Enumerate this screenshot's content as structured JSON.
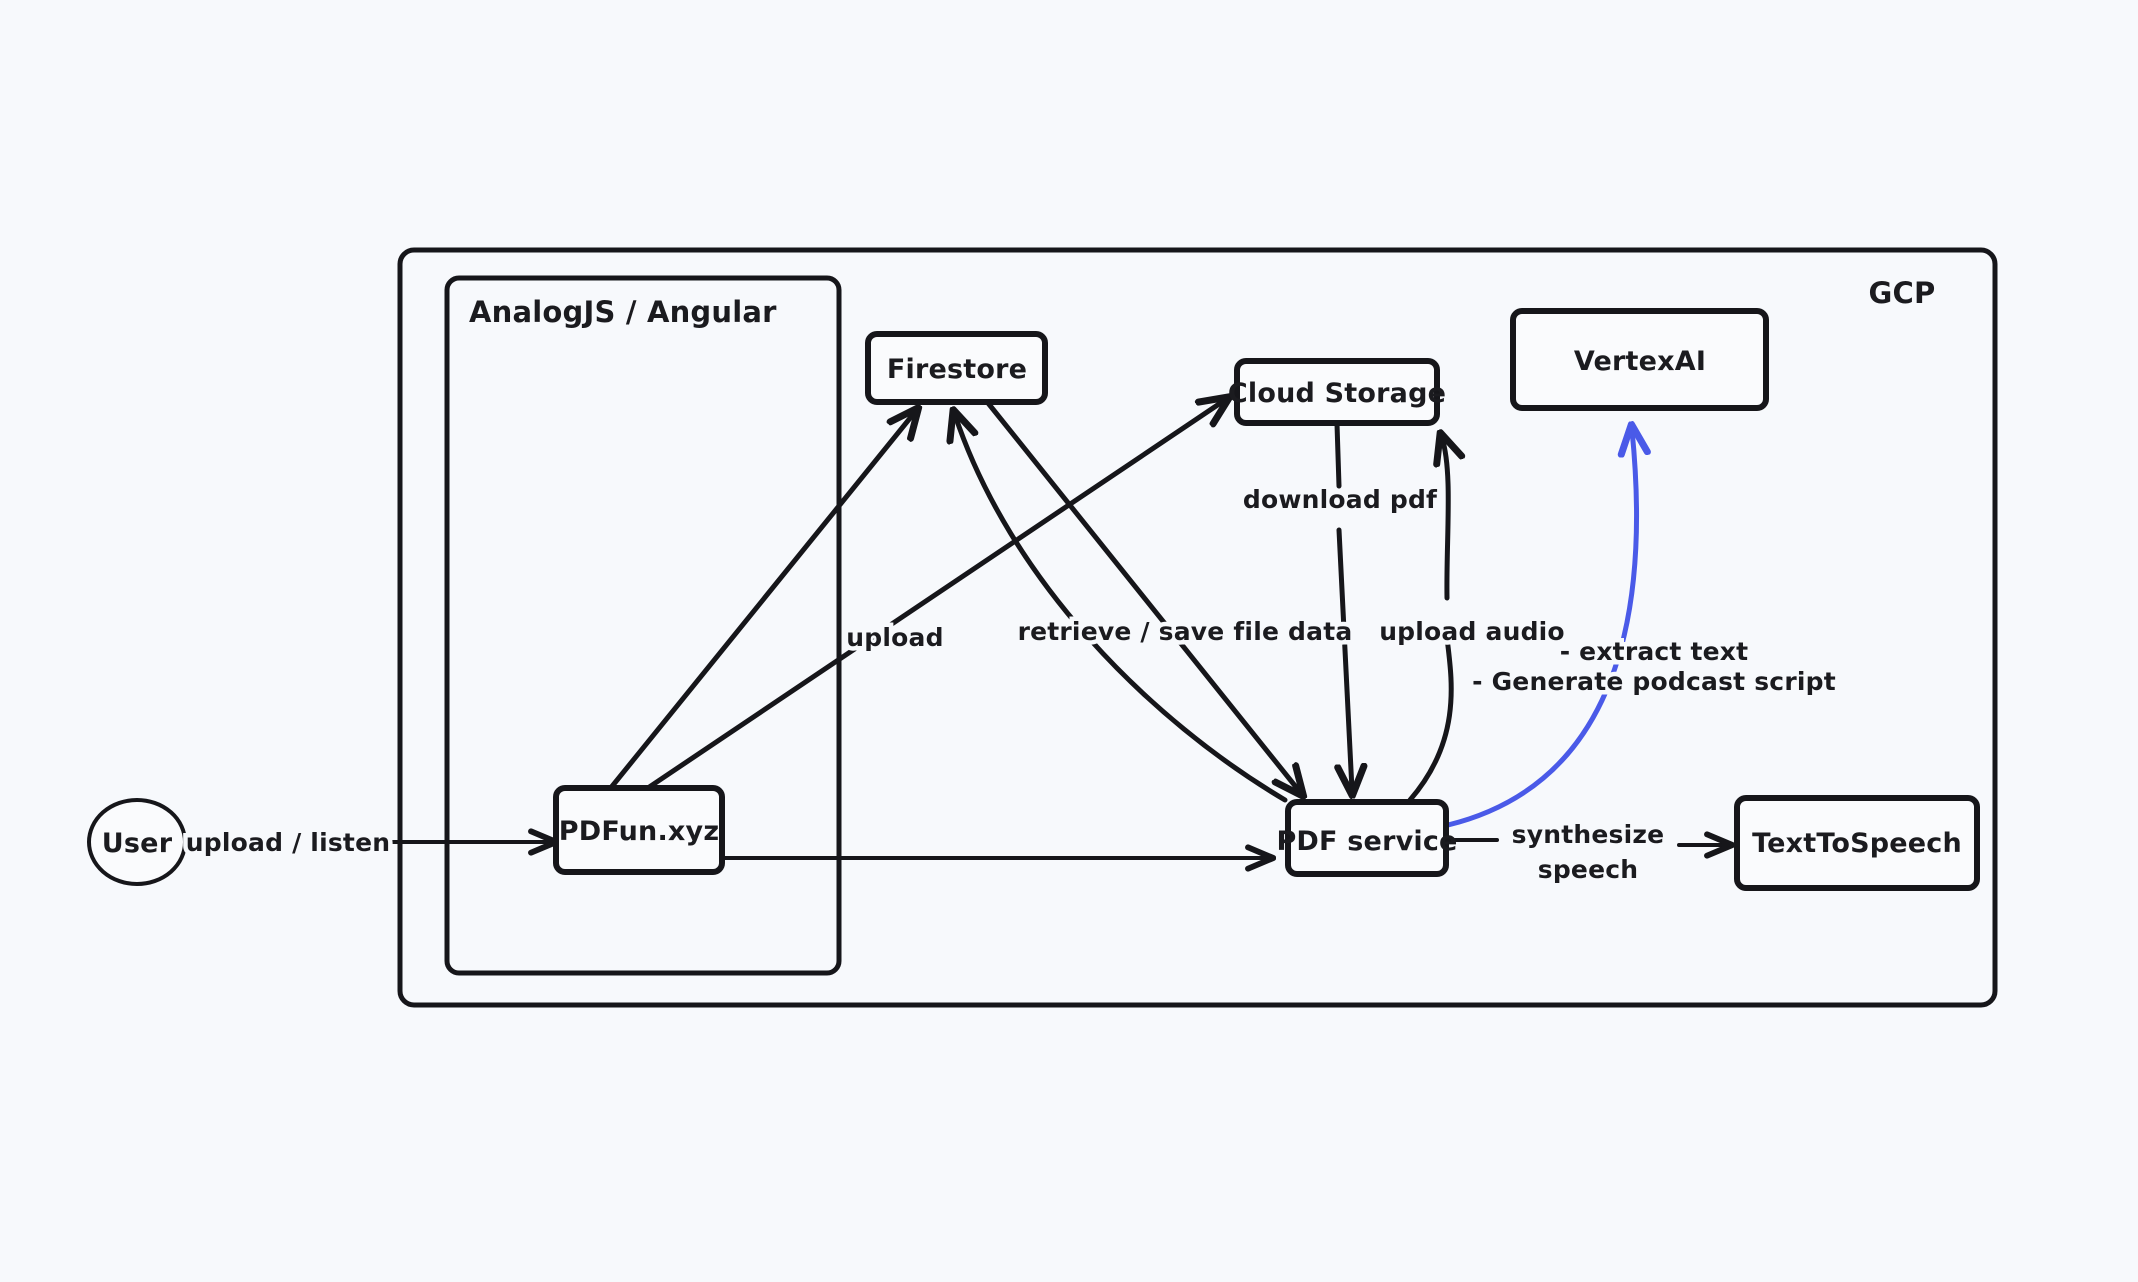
{
  "diagram": {
    "title": "GCP PDF podcast architecture",
    "background_color": "#f7f9fc",
    "stroke_color": "#16161a",
    "accent_color": "#4a5ae8"
  },
  "groups": {
    "gcp": {
      "label": "GCP"
    },
    "analog": {
      "label": "AnalogJS / Angular"
    }
  },
  "nodes": {
    "user": {
      "label": "User"
    },
    "pdfun": {
      "label": "PDFun.xyz"
    },
    "firestore": {
      "label": "Firestore"
    },
    "cloud_storage": {
      "label": "Cloud Storage"
    },
    "vertex_ai": {
      "label": "VertexAI"
    },
    "pdf_service": {
      "label": "PDF service"
    },
    "text_to_speech": {
      "label": "TextToSpeech"
    }
  },
  "edges": {
    "user_to_pdfun": {
      "label": "upload / listen"
    },
    "pdfun_to_firestore": {
      "label": ""
    },
    "pdfun_to_cloud_storage": {
      "label": "upload"
    },
    "firestore_to_pdf_service": {
      "label": "retrieve / save file data"
    },
    "pdf_service_to_firestore": {
      "label": ""
    },
    "cloud_storage_to_pdf_service": {
      "label": "download pdf"
    },
    "pdf_service_to_cloud_storage": {
      "label": "upload audio"
    },
    "pdf_service_to_vertex_ai": {
      "label_line1": "- extract text",
      "label_line2": "- Generate podcast script",
      "color": "#4a5ae8"
    },
    "pdf_service_to_tts": {
      "label_line1": "synthesize",
      "label_line2": "speech"
    },
    "pdfun_to_pdf_service": {
      "label": ""
    }
  }
}
